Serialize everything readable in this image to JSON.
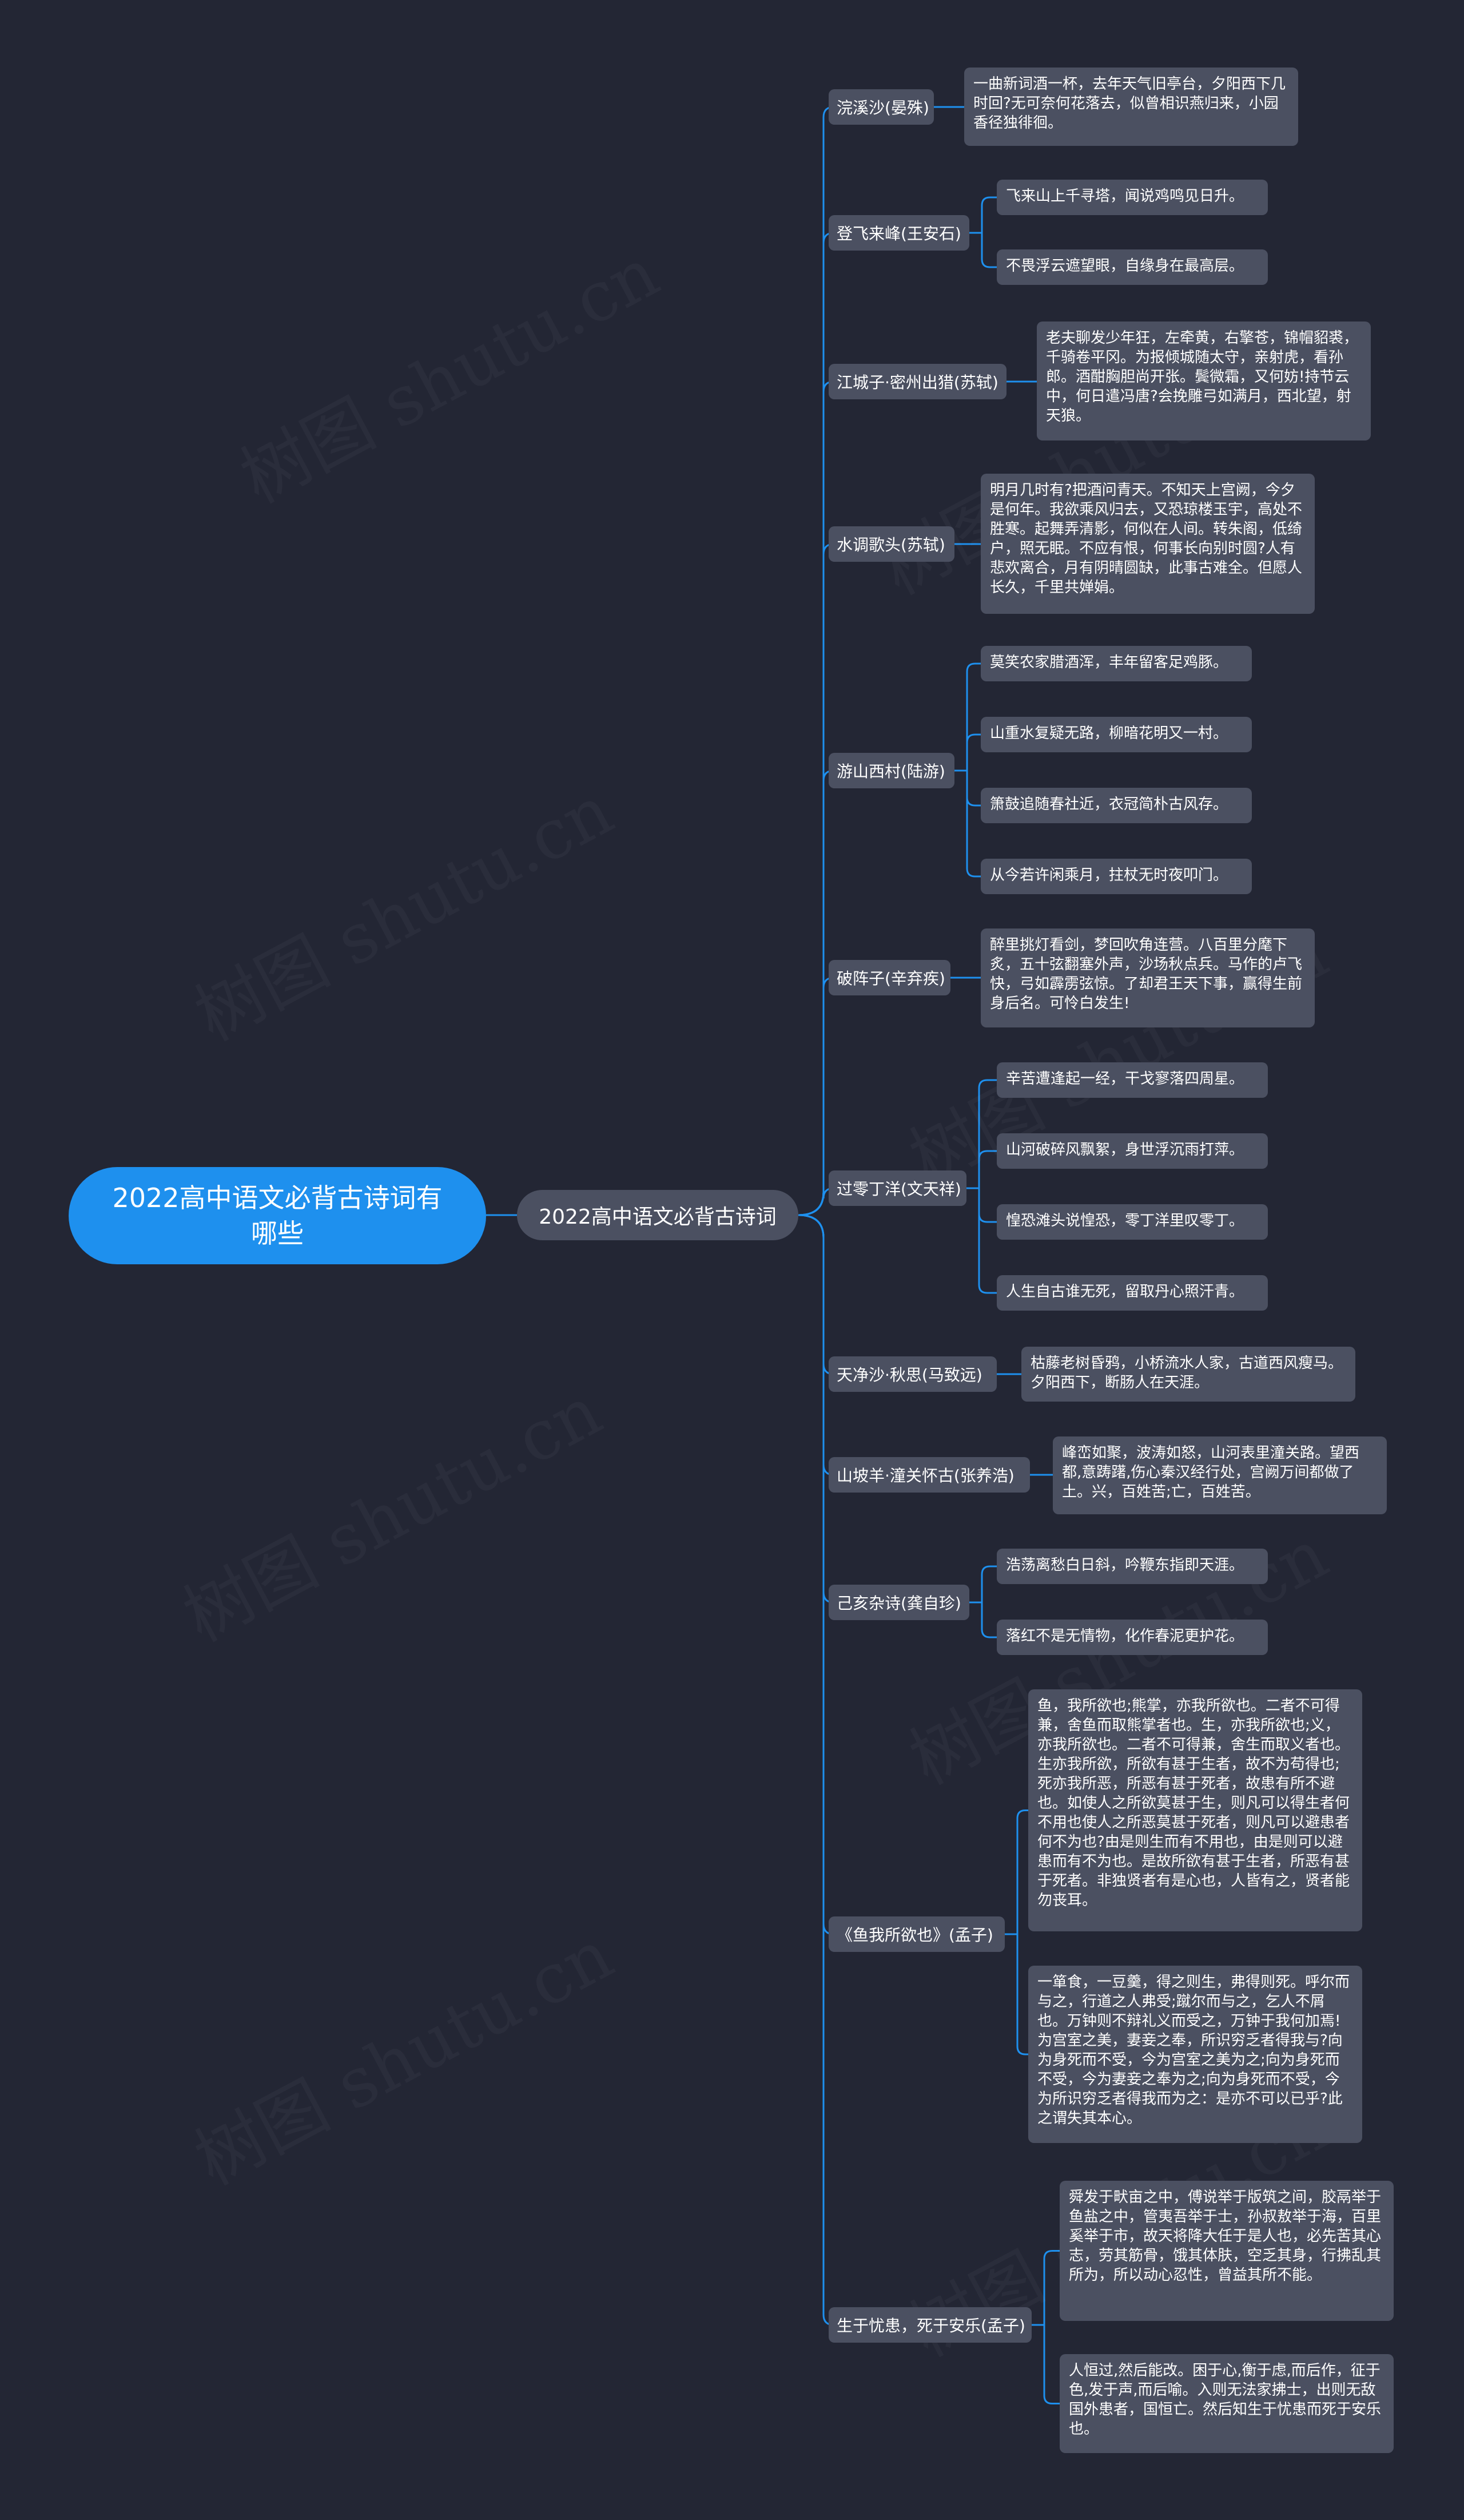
{
  "root": {
    "title": "2022高中语文必背古诗词有哪些"
  },
  "main": {
    "label": "2022高中语文必背古诗词"
  },
  "branches": [
    {
      "label": "浣溪沙(晏殊)",
      "leaves": [
        "一曲新词酒一杯，去年天气旧亭台，夕阳西下几时回?无可奈何花落去，似曾相识燕归来，小园香径独徘徊。"
      ]
    },
    {
      "label": "登飞来峰(王安石)",
      "leaves": [
        "飞来山上千寻塔，闻说鸡鸣见日升。",
        "不畏浮云遮望眼，自缘身在最高层。"
      ]
    },
    {
      "label": "江城子·密州出猎(苏轼)",
      "leaves": [
        "老夫聊发少年狂，左牵黄，右擎苍，锦帽貂裘，千骑卷平冈。为报倾城随太守，亲射虎，看孙郎。酒酣胸胆尚开张。鬓微霜，又何妨!持节云中，何日遣冯唐?会挽雕弓如满月，西北望，射天狼。"
      ]
    },
    {
      "label": "水调歌头(苏轼)",
      "leaves": [
        "明月几时有?把酒问青天。不知天上宫阙，今夕是何年。我欲乘风归去，又恐琼楼玉宇，高处不胜寒。起舞弄清影，何似在人间。转朱阁，低绮户，照无眠。不应有恨，何事长向别时圆?人有悲欢离合，月有阴晴圆缺，此事古难全。但愿人长久，千里共婵娟。"
      ]
    },
    {
      "label": "游山西村(陆游)",
      "leaves": [
        "莫笑农家腊酒浑，丰年留客足鸡豚。",
        "山重水复疑无路，柳暗花明又一村。",
        "箫鼓追随春社近，衣冠简朴古风存。",
        "从今若许闲乘月，拄杖无时夜叩门。"
      ]
    },
    {
      "label": "破阵子(辛弃疾)",
      "leaves": [
        "醉里挑灯看剑，梦回吹角连营。八百里分麾下炙，五十弦翻塞外声，沙场秋点兵。马作的卢飞快，弓如霹雳弦惊。了却君王天下事，赢得生前身后名。可怜白发生!"
      ]
    },
    {
      "label": "过零丁洋(文天祥)",
      "leaves": [
        "辛苦遭逢起一经，干戈寥落四周星。",
        "山河破碎风飘絮，身世浮沉雨打萍。",
        "惶恐滩头说惶恐，零丁洋里叹零丁。",
        "人生自古谁无死，留取丹心照汗青。"
      ]
    },
    {
      "label": "天净沙·秋思(马致远)",
      "leaves": [
        "枯藤老树昏鸦，小桥流水人家，古道西风瘦马。夕阳西下，断肠人在天涯。"
      ]
    },
    {
      "label": "山坡羊·潼关怀古(张养浩)",
      "leaves": [
        "峰峦如聚，波涛如怒，山河表里潼关路。望西都,意踌躇,伤心秦汉经行处，宫阙万间都做了土。兴，百姓苦;亡，百姓苦。"
      ]
    },
    {
      "label": "己亥杂诗(龚自珍)",
      "leaves": [
        "浩荡离愁白日斜，吟鞭东指即天涯。",
        "落红不是无情物，化作春泥更护花。"
      ]
    },
    {
      "label": "《鱼我所欲也》(孟子)",
      "leaves": [
        "鱼，我所欲也;熊掌，亦我所欲也。二者不可得兼，舍鱼而取熊掌者也。生，亦我所欲也;义，亦我所欲也。二者不可得兼，舍生而取义者也。生亦我所欲，所欲有甚于生者，故不为苟得也;死亦我所恶，所恶有甚于死者，故患有所不避也。如使人之所欲莫甚于生，则凡可以得生者何不用也使人之所恶莫甚于死者，则凡可以避患者何不为也?由是则生而有不用也，由是则可以避患而有不为也。是故所欲有甚于生者，所恶有甚于死者。非独贤者有是心也，人皆有之，贤者能勿丧耳。",
        "一箪食，一豆羹，得之则生，弗得则死。呼尔而与之，行道之人弗受;蹴尔而与之，乞人不屑也。万钟则不辩礼义而受之，万钟于我何加焉!为宫室之美，妻妾之奉，所识穷乏者得我与?向为身死而不受，今为宫室之美为之;向为身死而不受，今为妻妾之奉为之;向为身死而不受，今为所识穷乏者得我而为之：是亦不可以已乎?此之谓失其本心。"
      ]
    },
    {
      "label": "生于忧患，死于安乐(孟子)",
      "leaves": [
        "舜发于畎亩之中，傅说举于版筑之间，胶鬲举于鱼盐之中，管夷吾举于士，孙叔敖举于海，百里奚举于市，故天将降大任于是人也，必先苦其心志，劳其筋骨，饿其体肤，空乏其身，行拂乱其所为，所以动心忍性，曾益其所不能。",
        "人恒过,然后能改。困于心,衡于虑,而后作，征于色,发于声,而后喻。入则无法家拂士，出则无敌国外患者，国恒亡。然后知生于忧患而死于安乐也。"
      ]
    }
  ],
  "watermark": {
    "text": "树图 shutu.cn"
  },
  "colors": {
    "background": "#232634",
    "root": "#1e90ee",
    "node": "#4b5061",
    "line": "#1e90ee"
  }
}
